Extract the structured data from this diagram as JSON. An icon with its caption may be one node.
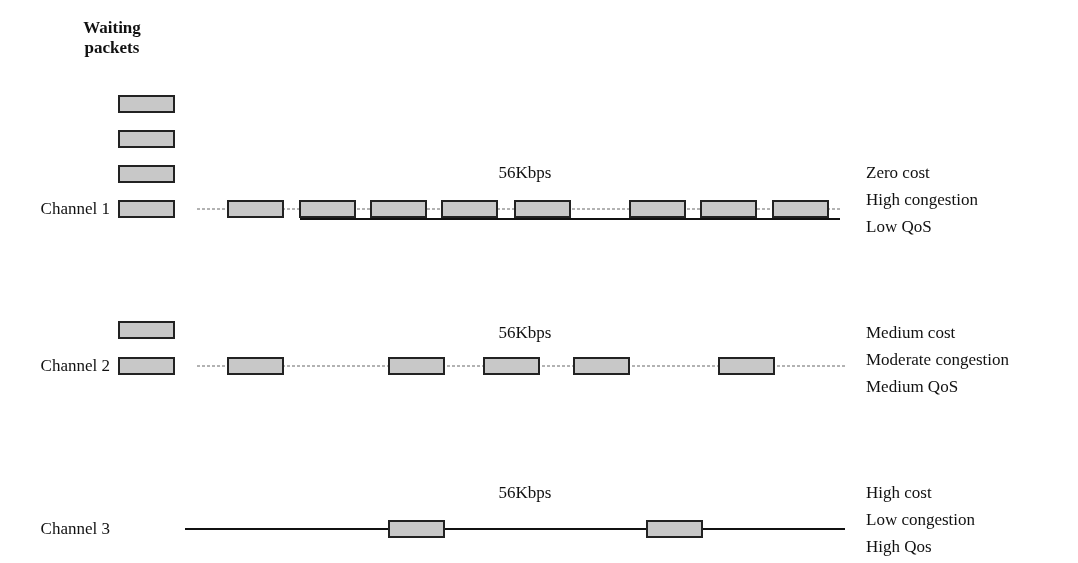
{
  "diagram": {
    "nodes": [
      {
        "text": [],
        "shape": "box"
      },
      {
        "text": [],
        "shape": "box"
      },
      {
        "text": [],
        "shape": "box"
      },
      {
        "text": [],
        "shape": "box"
      },
      {
        "text": [],
        "shape": "box"
      },
      {
        "text": [],
        "shape": "box"
      },
      {
        "text": [],
        "shape": "box"
      },
      {
        "text": [],
        "shape": "box"
      },
      {
        "text": [],
        "shape": "box"
      },
      {
        "text": [],
        "shape": "box"
      },
      {
        "text": [],
        "shape": "box"
      },
      {
        "text": [],
        "shape": "box"
      },
      {
        "text": [],
        "shape": "box"
      },
      {
        "text": [],
        "shape": "box"
      },
      {
        "text": [],
        "shape": "box"
      },
      {
        "text": [],
        "shape": "box"
      },
      {
        "text": [],
        "shape": "box"
      },
      {
        "text": [],
        "shape": "box"
      },
      {
        "text": [],
        "shape": "box"
      },
      {
        "text": [],
        "shape": "box"
      },
      {
        "text": [],
        "shape": "box"
      }
    ],
    "labels": [
      "Waiting packets",
      "56Kbps",
      "Zero cost",
      "Channel 1",
      "High congestion",
      "Low QoS",
      "56Kbps",
      "Medium cost",
      "Moderate congestion",
      "Channel 2",
      "Medium QoS",
      "56Kbps",
      "High cost",
      "Channel 3",
      "Low congestion",
      "High Qos"
    ]
  }
}
